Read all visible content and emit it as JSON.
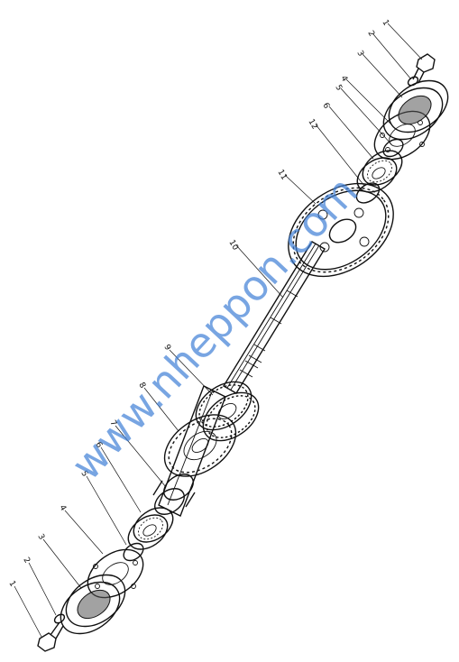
{
  "diagram": {
    "callouts_top": [
      "1",
      "2",
      "3",
      "4",
      "5",
      "6",
      "12",
      "11",
      "10",
      "9",
      "8",
      "7",
      "6",
      "5",
      "4",
      "3",
      "2",
      "1"
    ],
    "watermark": "www.nheppon.com",
    "colors": {
      "ink": "#111111",
      "watermark": "#3f7fd6",
      "paper": "#ffffff"
    }
  }
}
